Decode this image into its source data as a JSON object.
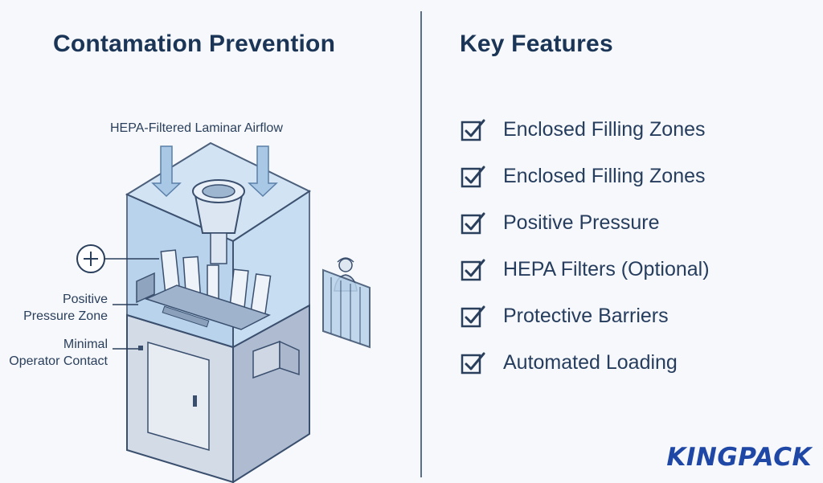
{
  "left": {
    "title": "Contamation Prevention",
    "diagram": {
      "airflow_label": "HEPA-Filtered Laminar Airflow",
      "positive_zone_label": "Positive\nPressure Zone",
      "operator_label": "Minimal\nOperator Contact",
      "plus_icon": "plus-circle-icon",
      "operator_icon": "operator-figure-icon"
    }
  },
  "right": {
    "title": "Key Features",
    "features": [
      {
        "label": "Enclosed Filling Zones",
        "icon": "checkbox-check-icon"
      },
      {
        "label": "Enclosed Filling Zones",
        "icon": "checkbox-check-icon"
      },
      {
        "label": "Positive Pressure",
        "icon": "checkbox-check-icon"
      },
      {
        "label": "HEPA Filters (Optional)",
        "icon": "checkbox-check-icon"
      },
      {
        "label": "Protective Barriers",
        "icon": "checkbox-check-icon"
      },
      {
        "label": "Automated Loading",
        "icon": "checkbox-check-icon"
      }
    ]
  },
  "brand": {
    "logo_text": "KINGPACK"
  },
  "colors": {
    "heading": "#1b3557",
    "glass": "#a9cbe8",
    "cabinet": "#c9d3e2",
    "brand": "#1f47a6",
    "outline": "#3a4f6e"
  }
}
